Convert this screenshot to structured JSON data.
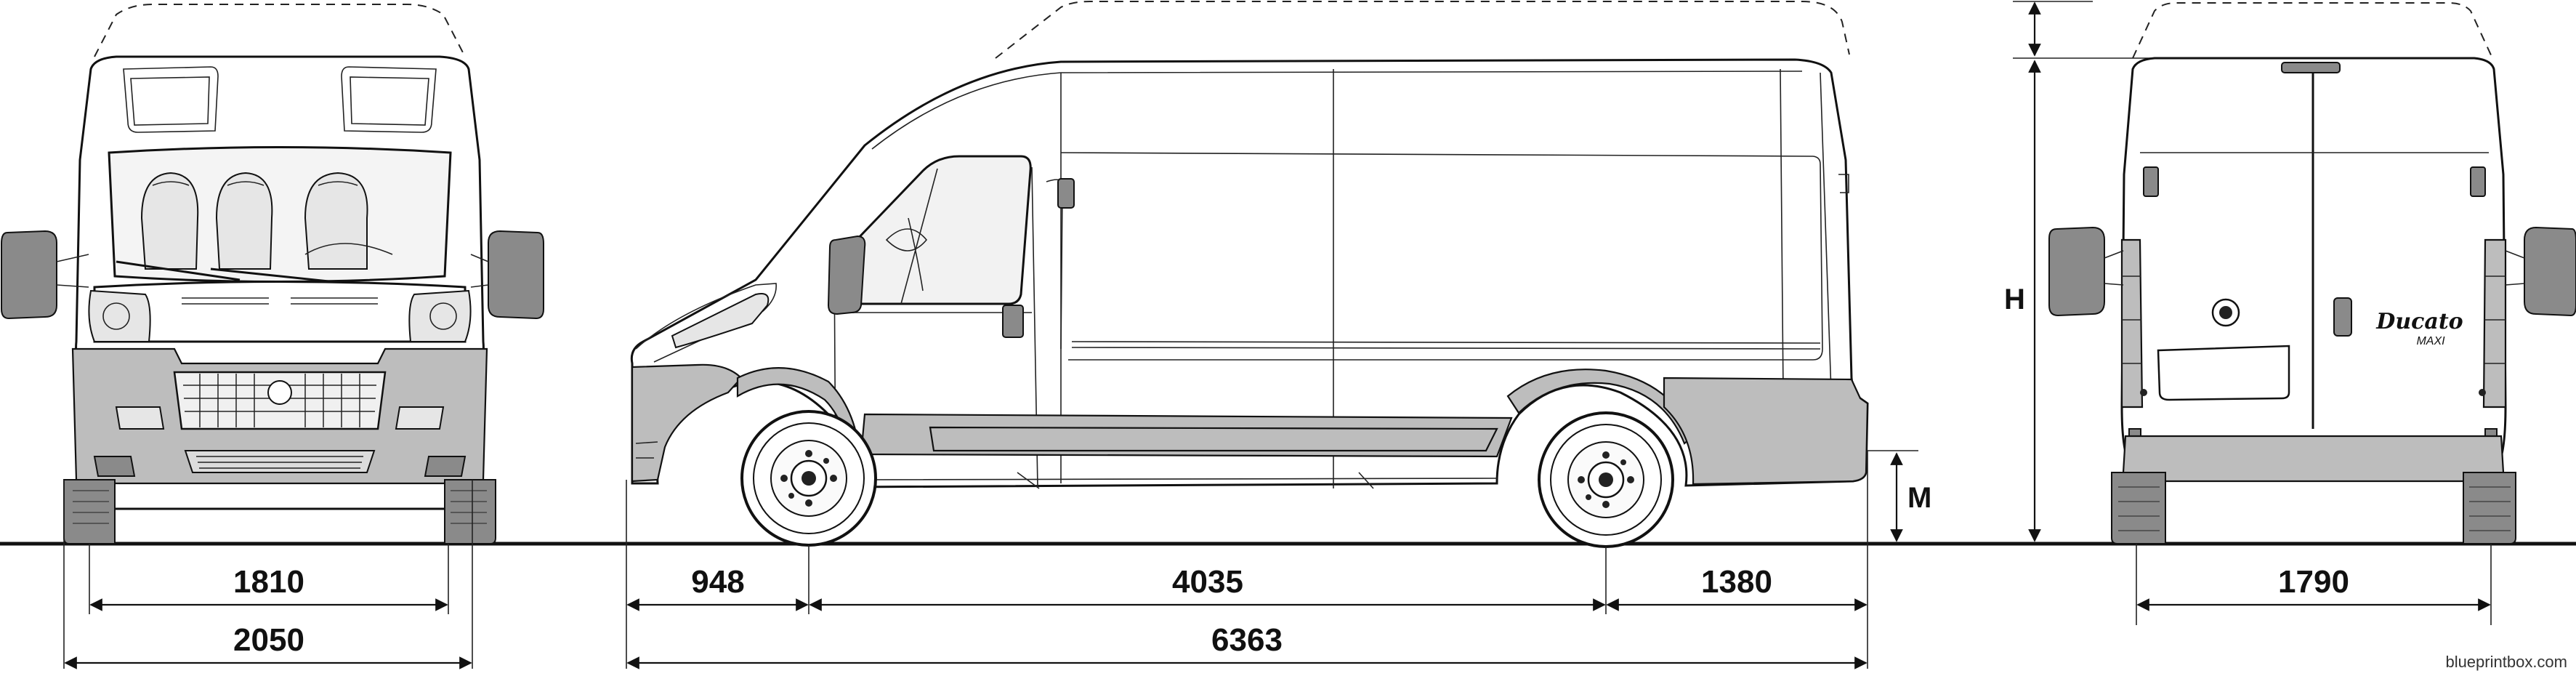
{
  "dimensions": {
    "front_track": "1810",
    "front_width": "2050",
    "front_overhang": "948",
    "wheelbase": "4035",
    "rear_overhang": "1380",
    "overall_length": "6363",
    "rear_track": "1790"
  },
  "labels": {
    "height": "H",
    "ground_clearance": "M"
  },
  "badges": {
    "model_script": "Ducato",
    "model_sub": "MAXI"
  },
  "credit": "blueprintbox.com"
}
